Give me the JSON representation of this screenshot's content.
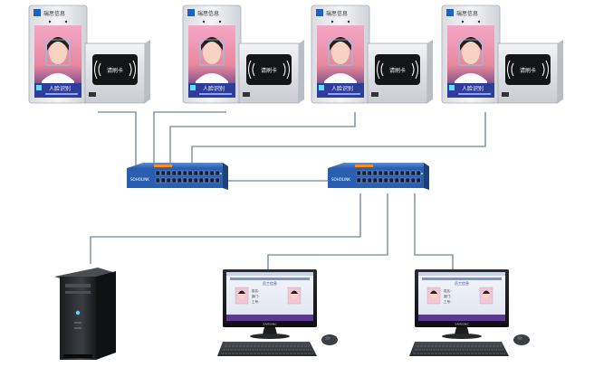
{
  "terminals": [
    {
      "brand": "瑞思信息",
      "screen_label": "人脸识别",
      "reader_label": "请刷卡"
    },
    {
      "brand": "瑞思信息",
      "screen_label": "人脸识别",
      "reader_label": "请刷卡"
    },
    {
      "brand": "瑞思信息",
      "screen_label": "人脸识别",
      "reader_label": "请刷卡"
    },
    {
      "brand": "瑞思信息",
      "screen_label": "人脸识别",
      "reader_label": "请刷卡"
    }
  ],
  "switches": [
    {
      "brand": "SOHOLINK"
    },
    {
      "brand": "SOHOLINK"
    }
  ],
  "workstations": [
    {
      "window_title": "员工信息",
      "field_name": "姓名：",
      "field_dept": "部门：",
      "field_id": "工号：",
      "monitor_brand": "SAMSUNG"
    },
    {
      "window_title": "员工信息",
      "field_name": "姓名：",
      "field_dept": "部门：",
      "field_id": "工号：",
      "monitor_brand": "SAMSUNG"
    }
  ],
  "colors": {
    "cable": "#8a9aa6",
    "switch_body": "#2a5fb0",
    "switch_dark": "#1d3f7a",
    "screen_blue": "#2e3d9a",
    "terminal_frame": "#e4e6ea"
  },
  "icons": [
    "person-face-icon",
    "nfc-wave-icon",
    "server-tower-icon",
    "monitor-icon",
    "keyboard-icon",
    "mouse-icon"
  ]
}
